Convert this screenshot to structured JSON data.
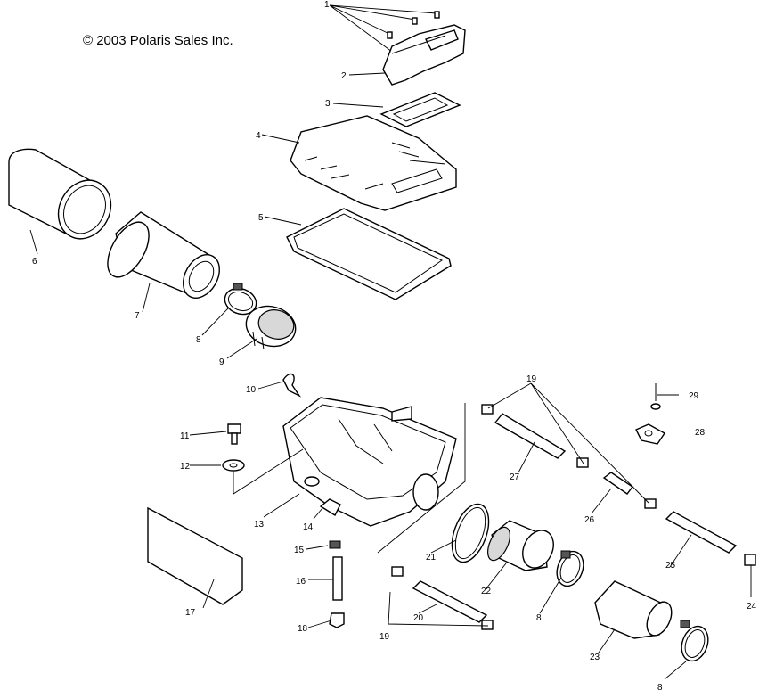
{
  "copyright": "© 2003 Polaris Sales Inc.",
  "labels": {
    "l1": "1",
    "l2": "2",
    "l3": "3",
    "l4": "4",
    "l5": "5",
    "l6": "6",
    "l7": "7",
    "l8a": "8",
    "l8b": "8",
    "l8c": "8",
    "l9": "9",
    "l10": "10",
    "l11": "11",
    "l12": "12",
    "l13": "13",
    "l14": "14",
    "l15": "15",
    "l16": "16",
    "l17": "17",
    "l18": "18",
    "l19a": "19",
    "l19b": "19",
    "l20": "20",
    "l21": "21",
    "l22": "22",
    "l23": "23",
    "l24": "24",
    "l25": "25",
    "l26": "26",
    "l27": "27",
    "l28": "28",
    "l29": "29"
  }
}
